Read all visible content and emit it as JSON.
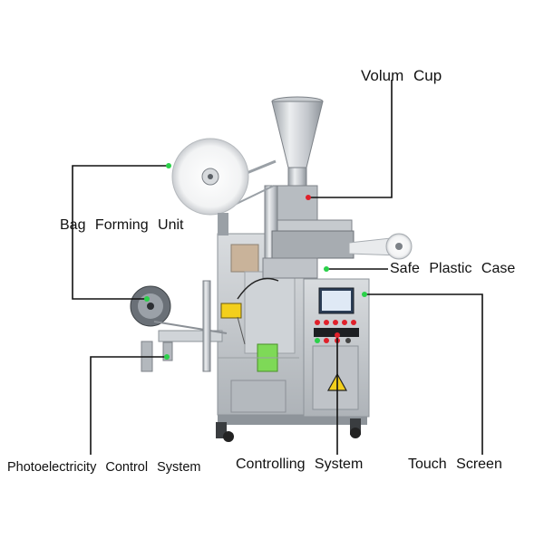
{
  "labels": {
    "volum_cup": "Volum Cup",
    "bag_forming_unit": "Bag Forming Unit",
    "safe_plastic_case": "Safe Plastic Case",
    "photoelectricity_control_system": "Photoelectricity Control System",
    "controlling_system": "Controlling System",
    "touch_screen": "Touch Screen"
  },
  "colors": {
    "leader_line": "#111111",
    "dot_green": "#2bd14a",
    "dot_red": "#e0202a",
    "steel_light": "#e4e6e8",
    "steel_mid": "#b9bdc2",
    "steel_dark": "#7d8288",
    "warning_yellow": "#f3cf1c",
    "film_green": "#7ed957"
  },
  "icons": {
    "warning": "warning-triangle-icon"
  }
}
